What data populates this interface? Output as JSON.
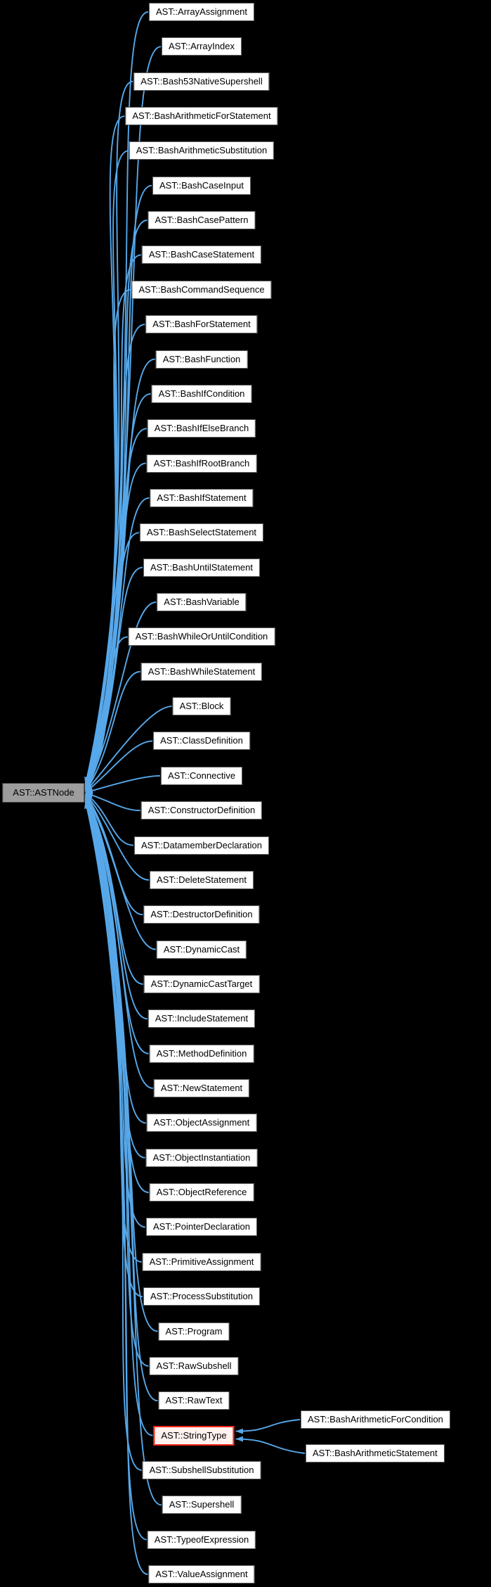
{
  "diagram": {
    "background": "#000000",
    "colors": {
      "edge": "#57a8ea",
      "node_fill": "#ffffff",
      "node_border": "#5f5f5f",
      "base_fill": "#9d9d9d",
      "base_border": "#3e3e3e",
      "highlight_fill": "#fff2ef",
      "highlight_border": "#fc261b",
      "text": "#000000"
    },
    "base_node": {
      "label": "AST::ASTNode"
    },
    "derived_nodes": [
      {
        "label": "AST::ArrayAssignment"
      },
      {
        "label": "AST::ArrayIndex"
      },
      {
        "label": "AST::Bash53NativeSupershell"
      },
      {
        "label": "AST::BashArithmeticForStatement"
      },
      {
        "label": "AST::BashArithmeticSubstitution"
      },
      {
        "label": "AST::BashCaseInput"
      },
      {
        "label": "AST::BashCasePattern"
      },
      {
        "label": "AST::BashCaseStatement"
      },
      {
        "label": "AST::BashCommandSequence"
      },
      {
        "label": "AST::BashForStatement"
      },
      {
        "label": "AST::BashFunction"
      },
      {
        "label": "AST::BashIfCondition"
      },
      {
        "label": "AST::BashIfElseBranch"
      },
      {
        "label": "AST::BashIfRootBranch"
      },
      {
        "label": "AST::BashIfStatement"
      },
      {
        "label": "AST::BashSelectStatement"
      },
      {
        "label": "AST::BashUntilStatement"
      },
      {
        "label": "AST::BashVariable"
      },
      {
        "label": "AST::BashWhileOrUntilCondition"
      },
      {
        "label": "AST::BashWhileStatement"
      },
      {
        "label": "AST::Block"
      },
      {
        "label": "AST::ClassDefinition"
      },
      {
        "label": "AST::Connective"
      },
      {
        "label": "AST::ConstructorDefinition"
      },
      {
        "label": "AST::DatamemberDeclaration"
      },
      {
        "label": "AST::DeleteStatement"
      },
      {
        "label": "AST::DestructorDefinition"
      },
      {
        "label": "AST::DynamicCast"
      },
      {
        "label": "AST::DynamicCastTarget"
      },
      {
        "label": "AST::IncludeStatement"
      },
      {
        "label": "AST::MethodDefinition"
      },
      {
        "label": "AST::NewStatement"
      },
      {
        "label": "AST::ObjectAssignment"
      },
      {
        "label": "AST::ObjectInstantiation"
      },
      {
        "label": "AST::ObjectReference"
      },
      {
        "label": "AST::PointerDeclaration"
      },
      {
        "label": "AST::PrimitiveAssignment"
      },
      {
        "label": "AST::ProcessSubstitution"
      },
      {
        "label": "AST::Program"
      },
      {
        "label": "AST::RawSubshell"
      },
      {
        "label": "AST::RawText"
      },
      {
        "label": "AST::StringType",
        "style": "highlighted"
      },
      {
        "label": "AST::SubshellSubstitution"
      },
      {
        "label": "AST::Supershell"
      },
      {
        "label": "AST::TypeofExpression"
      },
      {
        "label": "AST::ValueAssignment"
      }
    ],
    "external_children": [
      {
        "label": "AST::BashArithmeticForCondition",
        "parent": "AST::StringType"
      },
      {
        "label": "AST::BashArithmeticStatement",
        "parent": "AST::StringType"
      }
    ]
  }
}
